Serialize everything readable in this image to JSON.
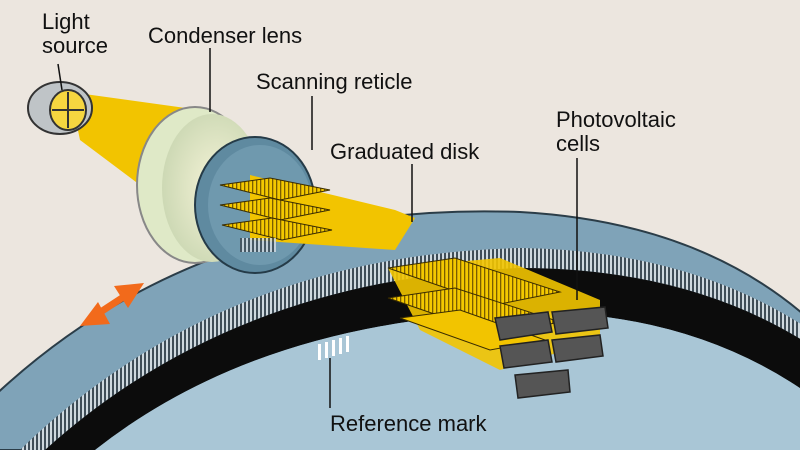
{
  "labels": {
    "light_source": [
      "Light",
      "source"
    ],
    "condenser_lens": "Condenser lens",
    "scanning_reticle": "Scanning reticle",
    "graduated_disk": "Graduated disk",
    "photovoltaic_cells": [
      "Photovoltaic",
      "cells"
    ],
    "reference_mark": "Reference mark"
  },
  "colors": {
    "background": "#ece6df",
    "disk_face": "#a9c6d6",
    "disk_rim": "#7fa3b8",
    "disk_track": "#0c0c0c",
    "light_beam": "#f2c400",
    "lens": "#dfe9c7",
    "reticle_ring": "#5f8aa0",
    "cells": "#555555",
    "arrow": "#f26a1b"
  },
  "icons": {
    "motion_arrow": "double-headed-arrow"
  }
}
